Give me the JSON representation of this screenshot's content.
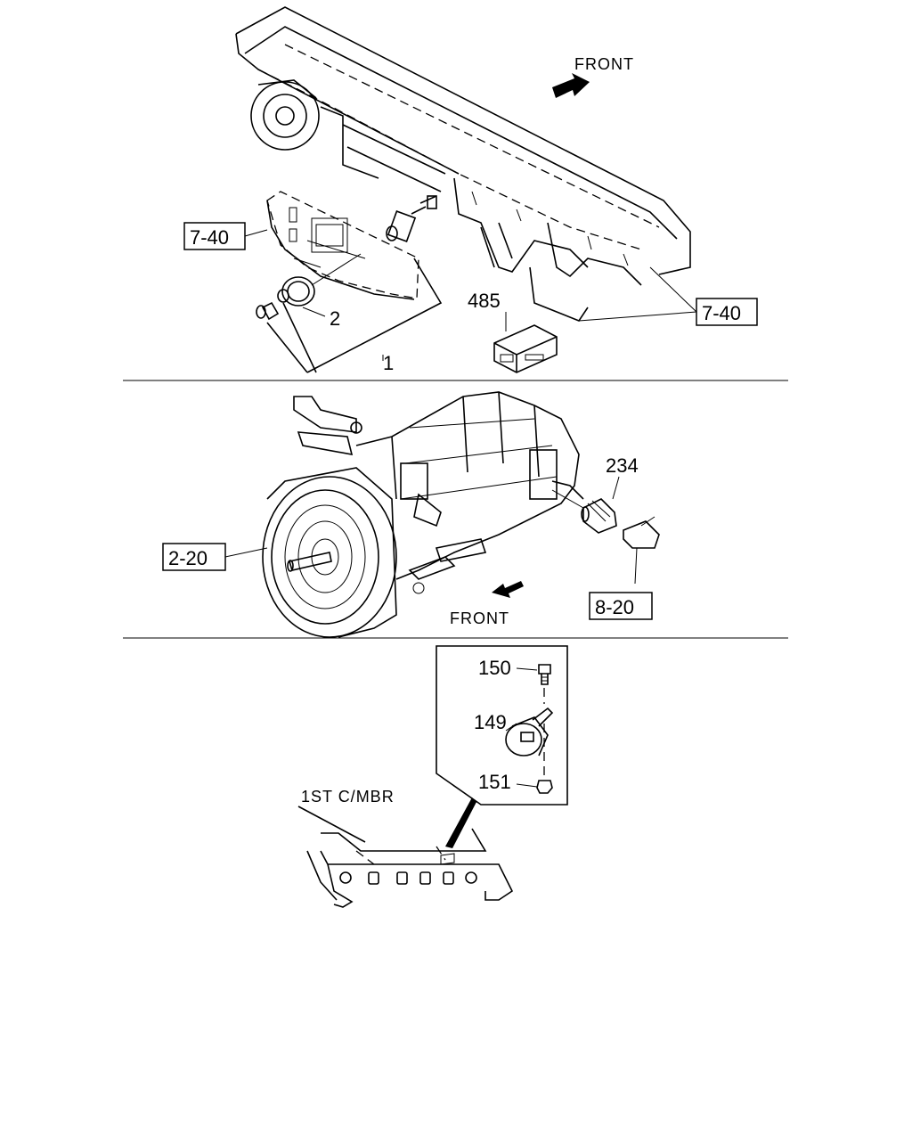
{
  "diagram": {
    "sections": [
      {
        "id": "top",
        "front_label": "FRONT",
        "refs": [
          "7-40",
          "7-40"
        ],
        "callouts": [
          "485",
          "2",
          "1"
        ]
      },
      {
        "id": "middle",
        "front_label": "FRONT",
        "refs": [
          "2-20",
          "8-20"
        ],
        "callouts": [
          "234"
        ]
      },
      {
        "id": "bottom",
        "member_label": "1ST C/MBR",
        "callouts": [
          "150",
          "149",
          "151"
        ]
      }
    ]
  }
}
